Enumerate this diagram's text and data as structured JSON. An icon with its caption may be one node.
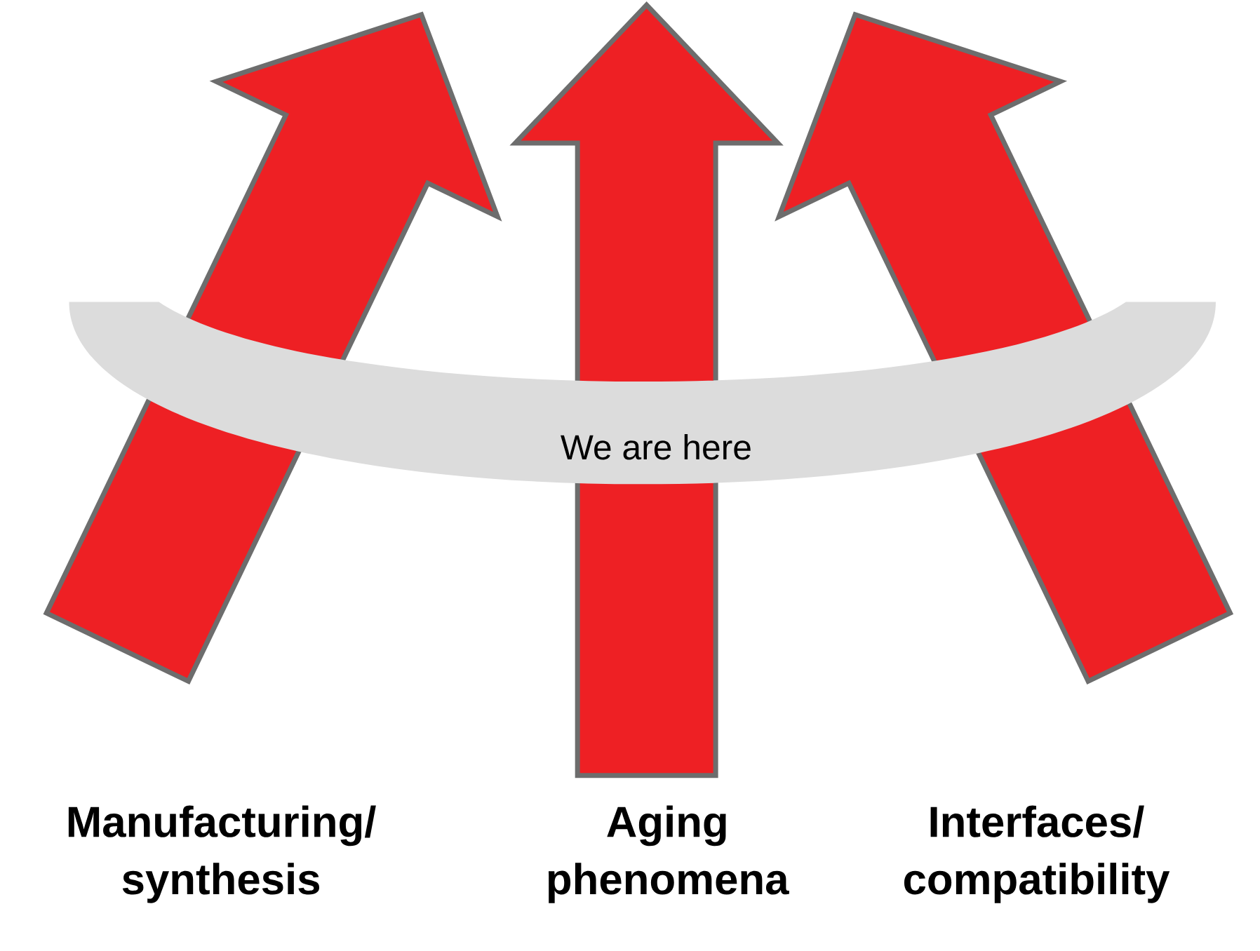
{
  "diagram": {
    "nodes": [
      {
        "text": [
          "We are here"
        ]
      }
    ],
    "labels": [
      "Manufacturing/ synthesis",
      "Aging phenomena",
      "Interfaces/ compatibility"
    ]
  }
}
